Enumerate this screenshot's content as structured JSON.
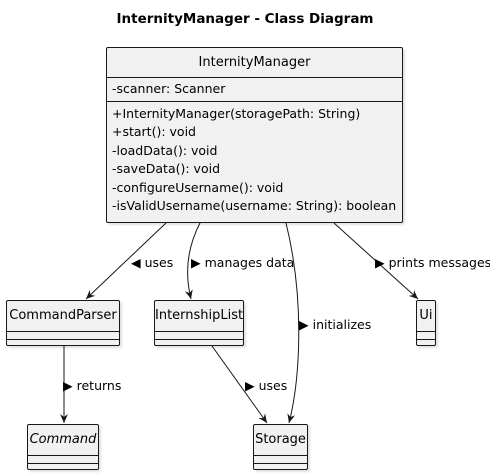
{
  "title": "InternityManager - Class Diagram",
  "classes": {
    "main": {
      "name": "InternityManager",
      "fields": [
        "-scanner: Scanner"
      ],
      "methods": [
        "+InternityManager(storagePath: String)",
        "+start(): void",
        "-loadData(): void",
        "-saveData(): void",
        "-configureUsername(): void",
        "-isValidUsername(username: String): boolean"
      ]
    },
    "commandParser": {
      "name": "CommandParser"
    },
    "internshipList": {
      "name": "InternshipList"
    },
    "ui": {
      "name": "Ui"
    },
    "command": {
      "name": "Command"
    },
    "storage": {
      "name": "Storage"
    }
  },
  "relations": {
    "uses1": "uses",
    "managesData": "manages data",
    "initializes": "initializes",
    "printsMessages": "prints messages",
    "returns": "returns",
    "uses2": "uses"
  },
  "colors": {
    "class_fill": "#f1f1f1",
    "line": "#181818"
  }
}
